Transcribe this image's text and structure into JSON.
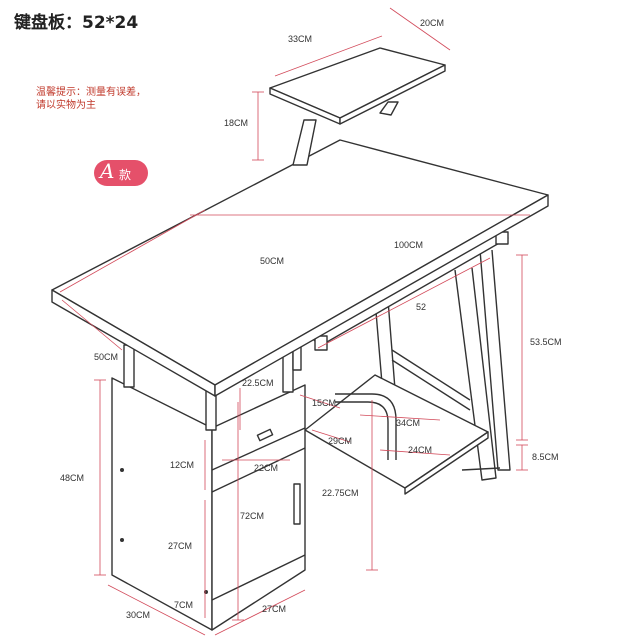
{
  "title": "键盘板：52*24",
  "note": [
    "温馨提示：测量有误差，",
    "请以实物为主"
  ],
  "badge": {
    "letter": "A",
    "text": "款"
  },
  "dimensions": {
    "shelf_width": "33CM",
    "shelf_depth": "20CM",
    "shelf_height": "18CM",
    "desk_depth": "50CM",
    "desk_length": "100CM",
    "keyboard_len": "52",
    "side_height": "53.5CM",
    "leg_gap_top": "50CM",
    "post_height": "22.5CM",
    "drawer_gap": "15CM",
    "shelf_inner": "34CM",
    "cabinet_height": "48CM",
    "drawer_height": "12CM",
    "drawer_width": "22CM",
    "cross_depth": "29CM",
    "bottom_shelf": "24CM",
    "foot_height": "8.5CM",
    "inner_height": "22.75CM",
    "total_height": "72CM",
    "door_height": "27CM",
    "base_height": "7CM",
    "cab_depth": "30CM",
    "cab_width": "27CM"
  },
  "colors": {
    "line": "#333333",
    "accent": "#d24a5a",
    "badge": "#e5506a",
    "note": "#c0392b"
  }
}
